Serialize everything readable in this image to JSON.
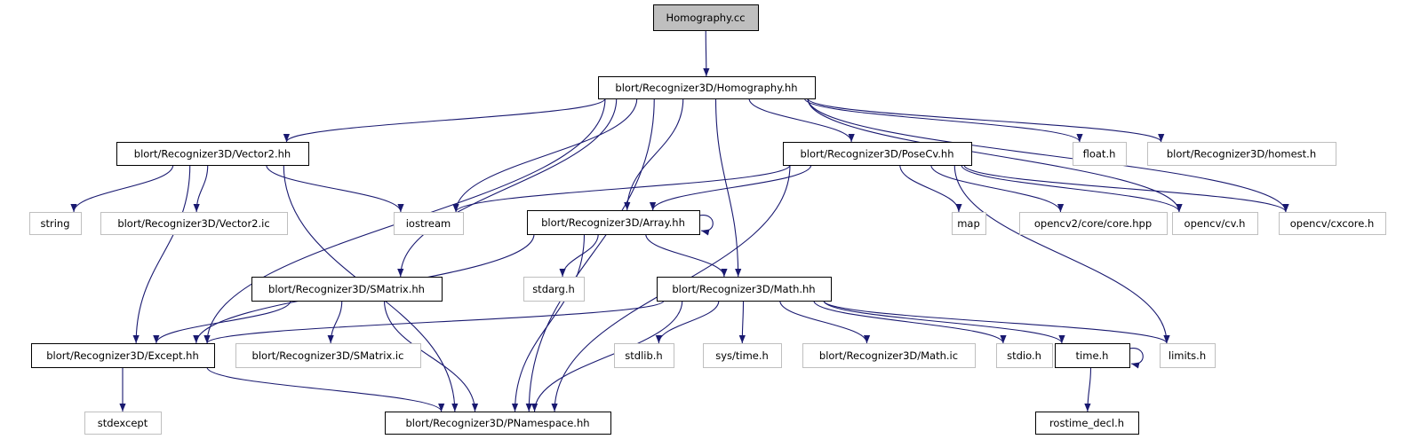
{
  "graph": {
    "edge_color": "#191970",
    "root_fill": "#bfbfbf",
    "external_border": "#bfbfbf",
    "nodes": [
      {
        "id": "cc",
        "label": "Homography.cc",
        "kind": "root"
      },
      {
        "id": "hh",
        "label": "blort/Recognizer3D/Homography.hh",
        "kind": "local"
      },
      {
        "id": "vec2",
        "label": "blort/Recognizer3D/Vector2.hh",
        "kind": "local"
      },
      {
        "id": "pose",
        "label": "blort/Recognizer3D/PoseCv.hh",
        "kind": "local"
      },
      {
        "id": "float",
        "label": "float.h",
        "kind": "external"
      },
      {
        "id": "homest",
        "label": "blort/Recognizer3D/homest.h",
        "kind": "external"
      },
      {
        "id": "string",
        "label": "string",
        "kind": "external"
      },
      {
        "id": "vec2ic",
        "label": "blort/Recognizer3D/Vector2.ic",
        "kind": "external"
      },
      {
        "id": "iostream",
        "label": "iostream",
        "kind": "external"
      },
      {
        "id": "array",
        "label": "blort/Recognizer3D/Array.hh",
        "kind": "local"
      },
      {
        "id": "map",
        "label": "map",
        "kind": "external"
      },
      {
        "id": "core",
        "label": "opencv2/core/core.hpp",
        "kind": "external"
      },
      {
        "id": "cv",
        "label": "opencv/cv.h",
        "kind": "external"
      },
      {
        "id": "cxcore",
        "label": "opencv/cxcore.h",
        "kind": "external"
      },
      {
        "id": "smatrix",
        "label": "blort/Recognizer3D/SMatrix.hh",
        "kind": "local"
      },
      {
        "id": "stdarg",
        "label": "stdarg.h",
        "kind": "external"
      },
      {
        "id": "math",
        "label": "blort/Recognizer3D/Math.hh",
        "kind": "local"
      },
      {
        "id": "except",
        "label": "blort/Recognizer3D/Except.hh",
        "kind": "local"
      },
      {
        "id": "smatrixic",
        "label": "blort/Recognizer3D/SMatrix.ic",
        "kind": "external"
      },
      {
        "id": "stdlib",
        "label": "stdlib.h",
        "kind": "external"
      },
      {
        "id": "systime",
        "label": "sys/time.h",
        "kind": "external"
      },
      {
        "id": "mathic",
        "label": "blort/Recognizer3D/Math.ic",
        "kind": "external"
      },
      {
        "id": "stdio",
        "label": "stdio.h",
        "kind": "external"
      },
      {
        "id": "time",
        "label": "time.h",
        "kind": "local"
      },
      {
        "id": "limits",
        "label": "limits.h",
        "kind": "external"
      },
      {
        "id": "stdexcept",
        "label": "stdexcept",
        "kind": "external"
      },
      {
        "id": "pns",
        "label": "blort/Recognizer3D/PNamespace.hh",
        "kind": "local"
      },
      {
        "id": "rostime",
        "label": "rostime_decl.h",
        "kind": "local"
      }
    ],
    "edges": [
      [
        "cc",
        "hh"
      ],
      [
        "hh",
        "except"
      ],
      [
        "hh",
        "vec2"
      ],
      [
        "hh",
        "smatrix"
      ],
      [
        "hh",
        "iostream"
      ],
      [
        "hh",
        "pns"
      ],
      [
        "hh",
        "array"
      ],
      [
        "hh",
        "math"
      ],
      [
        "hh",
        "pose"
      ],
      [
        "hh",
        "cv"
      ],
      [
        "hh",
        "cxcore"
      ],
      [
        "hh",
        "float"
      ],
      [
        "hh",
        "homest"
      ],
      [
        "vec2",
        "string"
      ],
      [
        "vec2",
        "vec2ic"
      ],
      [
        "vec2",
        "iostream"
      ],
      [
        "vec2",
        "except"
      ],
      [
        "vec2",
        "pns"
      ],
      [
        "pose",
        "iostream"
      ],
      [
        "pose",
        "array"
      ],
      [
        "pose",
        "map"
      ],
      [
        "pose",
        "core"
      ],
      [
        "pose",
        "cv"
      ],
      [
        "pose",
        "cxcore"
      ],
      [
        "pose",
        "limits"
      ],
      [
        "pose",
        "pns"
      ],
      [
        "array",
        "array"
      ],
      [
        "array",
        "except"
      ],
      [
        "array",
        "stdarg"
      ],
      [
        "array",
        "pns"
      ],
      [
        "array",
        "math"
      ],
      [
        "smatrix",
        "except"
      ],
      [
        "smatrix",
        "smatrixic"
      ],
      [
        "smatrix",
        "pns"
      ],
      [
        "math",
        "except"
      ],
      [
        "math",
        "pns"
      ],
      [
        "math",
        "stdlib"
      ],
      [
        "math",
        "systime"
      ],
      [
        "math",
        "mathic"
      ],
      [
        "math",
        "stdio"
      ],
      [
        "math",
        "time"
      ],
      [
        "math",
        "limits"
      ],
      [
        "time",
        "time"
      ],
      [
        "time",
        "rostime"
      ],
      [
        "except",
        "stdexcept"
      ],
      [
        "except",
        "pns"
      ]
    ]
  }
}
